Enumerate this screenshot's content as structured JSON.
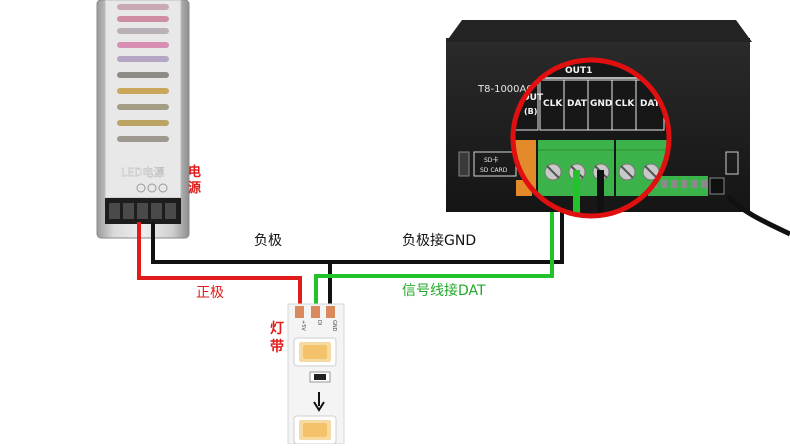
{
  "power_supply": {
    "brand_label": "LED电源",
    "side_label": "电源"
  },
  "controller": {
    "model_label": "T8-1000AC",
    "output_header": "OUT1",
    "port_left_partial": "OUT",
    "port_left_sub": "(B)",
    "terminal_labels": [
      "CLK",
      "DAT",
      "GND",
      "CLK",
      "DAT"
    ],
    "sd_label": "SD卡",
    "sd_card_label": "SD CARD"
  },
  "wires": {
    "negative_label": "负极",
    "negative_to_gnd_label": "负极接GND",
    "positive_label": "正极",
    "signal_label": "信号线接DAT"
  },
  "strip": {
    "side_label": "灯带",
    "pad_labels": [
      "+5V",
      "DI",
      "GND"
    ]
  },
  "colors": {
    "red_wire": "#e21b1b",
    "black_wire": "#111111",
    "green_wire": "#22c22a",
    "controller_body": "#1c1c1c",
    "terminal_green": "#3cb34a",
    "callout_ring": "#e01010"
  }
}
